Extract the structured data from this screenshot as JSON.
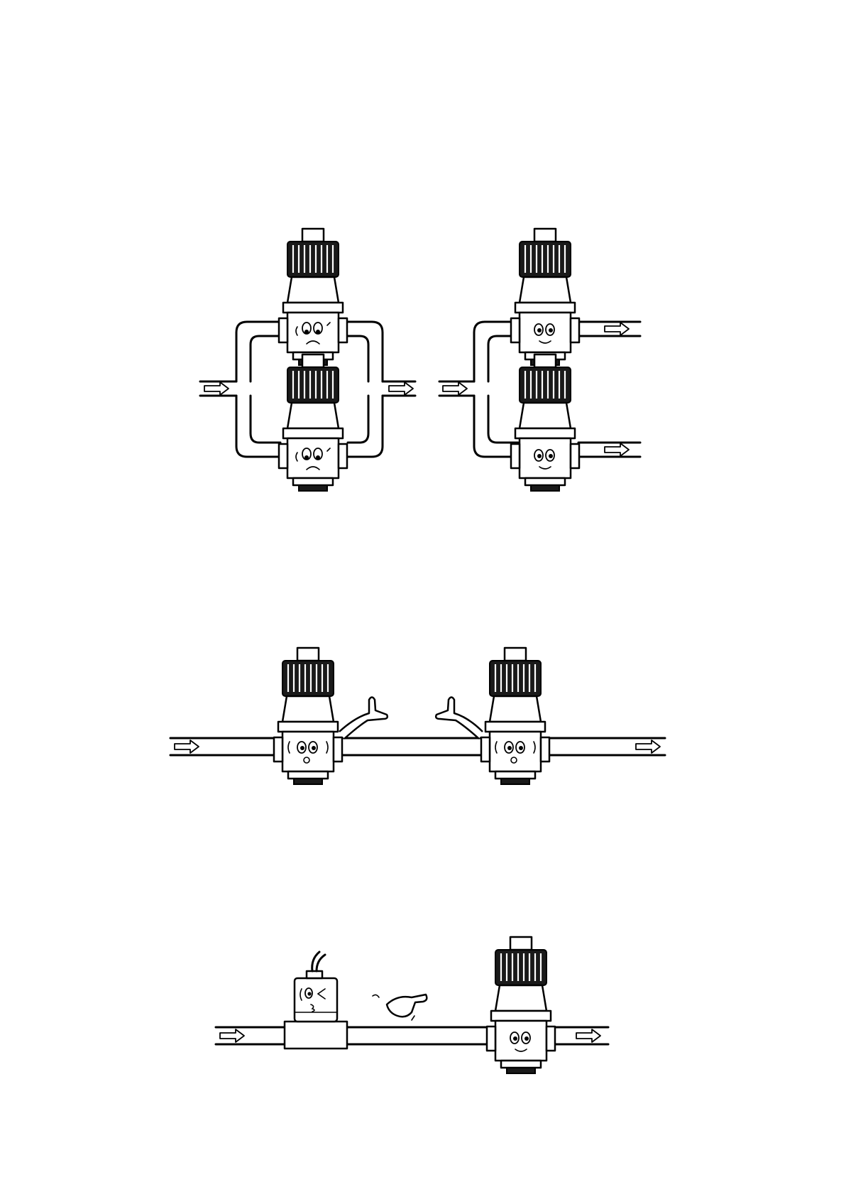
{
  "figure": {
    "panels": [
      {
        "id": "parallel-installation",
        "valves": 2,
        "layout": "parallel"
      },
      {
        "id": "series-installation",
        "valves": 2,
        "layout": "series"
      },
      {
        "id": "solenoid-and-regulator",
        "valves": 2,
        "layout": "series"
      }
    ],
    "colors": {
      "ink": "#000000",
      "paper": "#ffffff",
      "cap": "#1a1a1a"
    },
    "icons": [
      "flow-arrow-icon",
      "valve-face-icon",
      "pointing-hand-icon",
      "solenoid-valve-icon"
    ]
  }
}
